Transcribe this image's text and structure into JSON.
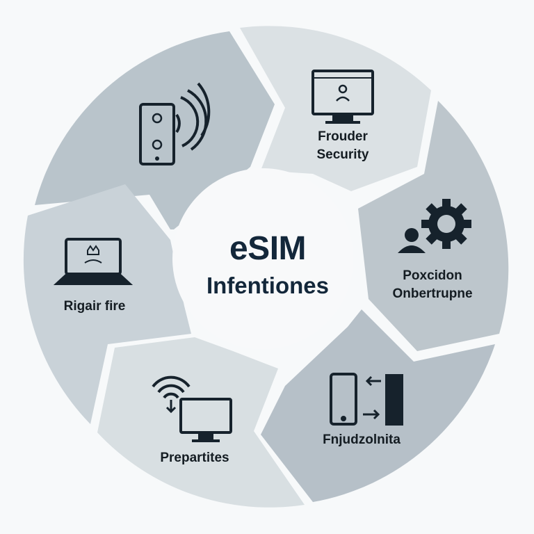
{
  "diagram": {
    "type": "cycle",
    "center": {
      "title": "eSIM",
      "subtitle": "Infentiones"
    },
    "segments": [
      {
        "id": "top-left",
        "label": "",
        "icon": "phone-signal-gears-icon",
        "fill": "#b9c4cb"
      },
      {
        "id": "top-right",
        "label_lines": [
          "Frouder",
          "Security"
        ],
        "icon": "monitor-security-icon",
        "fill": "#dbe1e4"
      },
      {
        "id": "right",
        "label_lines": [
          "Poxcidon",
          "Onbertrupne"
        ],
        "icon": "user-gear-icon",
        "fill": "#bdc6cc"
      },
      {
        "id": "bottom-right",
        "label_lines": [
          "Fnjudzolnita"
        ],
        "icon": "phone-transfer-device-icon",
        "fill": "#b6c0c8"
      },
      {
        "id": "bottom-left",
        "label_lines": [
          "Prepartites"
        ],
        "icon": "wifi-download-monitor-icon",
        "fill": "#d8dfe2"
      },
      {
        "id": "left",
        "label_lines": [
          "Rigair fire"
        ],
        "icon": "laptop-crown-icon",
        "fill": "#c9d2d8"
      }
    ]
  },
  "colors": {
    "background": "#f7f9fa",
    "separator": "#f4f6f7",
    "center_circle": "#f8f9fa",
    "text_dark": "#13273a",
    "icon_dark": "#16222c"
  }
}
